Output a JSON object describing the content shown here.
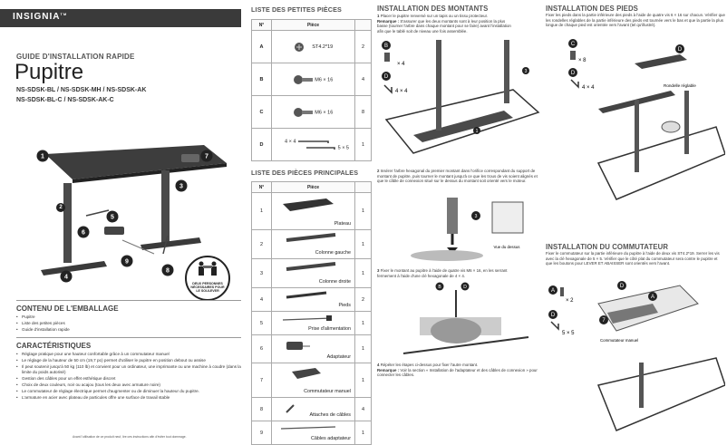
{
  "brand": "INSIGNIA",
  "brand_tm": "TM",
  "guide_label": "GUIDE D'INSTALLATION RAPIDE",
  "product_title": "Pupitre",
  "models": [
    "NS-SDSK-BL / NS-SDSK-MH / NS-SDSK-AK",
    "NS-SDSK-BL-C / NS-SDSK-AK-C"
  ],
  "callouts": [
    "1",
    "2",
    "3",
    "4",
    "5",
    "6",
    "7",
    "8",
    "9"
  ],
  "two_person_badge": "DEUX PERSONNES NÉCESSAIRES POUR LE SOULEVER",
  "contents": {
    "heading": "CONTENU DE L'EMBALLAGE",
    "items": [
      "Pupitre",
      "Liste des petites pièces",
      "Guide d'installation rapide"
    ]
  },
  "features": {
    "heading": "CARACTÉRISTIQUES",
    "items": [
      "Réglage pratique pour une hauteur confortable grâce à un commutateur manuel",
      "Le réglage de la hauteur de 50 cm (19,7 po) permet d'utiliser le pupitre en position debout ou assise",
      "Il peut soutenir jusqu'à 50 kg (110 lb) et convient pour un ordinateur, une imprimante ou une machine à coudre (dans la limite du poids autorisé)",
      "Gestion des câbles pour un effet esthétique discret",
      "Choix de deux couleurs, noir ou acajou (tous les deux avec armature noire)",
      "Le commutateur de réglage électrique permet d'augmenter ou de diminuer la hauteur du pupitre.",
      "L'armature en acier avec plateau de particules offre une surface de travail stable"
    ]
  },
  "footer_note": "Avant l'utilisation de ce produit neuf, lire ces instructions afin d'éviter tout dommage.",
  "small_parts": {
    "heading": "LISTE DES PETITES PIÈCES",
    "col_no": "N°",
    "col_piece": "Pièce",
    "rows": [
      {
        "id": "A",
        "label": "ST4.2*19",
        "qty": "2"
      },
      {
        "id": "B",
        "label": "M6 × 16",
        "qty": "4"
      },
      {
        "id": "C",
        "label": "M6 × 16",
        "qty": "8"
      },
      {
        "id": "D",
        "label": "4 × 4",
        "label2": "5 × 5",
        "qty": "1"
      }
    ]
  },
  "main_parts": {
    "heading": "LISTE DES PIÈCES PRINCIPALES",
    "col_no": "N°",
    "col_piece": "Pièce",
    "rows": [
      {
        "id": "1",
        "label": "Plateau",
        "qty": "1"
      },
      {
        "id": "2",
        "label": "Colonne gauche",
        "qty": "1"
      },
      {
        "id": "3",
        "label": "Colonne droite",
        "qty": "1"
      },
      {
        "id": "4",
        "label": "Pieds",
        "qty": "2"
      },
      {
        "id": "5",
        "label": "Prise d'alimentation",
        "qty": "1"
      },
      {
        "id": "6",
        "label": "Adaptateur",
        "qty": "1"
      },
      {
        "id": "7",
        "label": "Commutateur manuel",
        "qty": "1"
      },
      {
        "id": "8",
        "label": "Attaches de câbles",
        "qty": "4"
      },
      {
        "id": "9",
        "label": "Câbles adaptateur",
        "qty": "1"
      }
    ]
  },
  "montants": {
    "heading": "INSTALLATION DES MONTANTS",
    "step1": "Placer le pupitre renversé sur un tapis ou un tissu protecteur.",
    "step1_remark_label": "Remarque :",
    "step1_remark": "S'assurer que les deux montants sont à leur position la plus basse (tourner l'arbre dans chaque montant pour se faire) avant l'installation afin que le tablé soit de niveau une fois assemblée.",
    "qty_b": "× 4",
    "qty_d": "4 × 4",
    "step2": "Insérer l'arbre hexagonal du premier montant dans l'orifice correspondant du support de montant de pupitre, puis tourner le montant jusqu'à ce que les trous de vis soient alignés et que le câble de connexion situé sur le dessus du montant soit orienté vers le moteur.",
    "vue_label": "Vue du dessus",
    "step3": "Fixer le montant au pupitre à l'aide de quatre vis M6 × 16, en les serrant fermement à l'aide d'une clé hexagonale de 4 × 4.",
    "step4": "Répéter les étapes ci-dessus pour fixer l'autre montant.",
    "step4_remark_label": "Remarque :",
    "step4_remark": "Voir la section « Installation de l'adaptateur et des câbles de connexion » pour connecter les câbles."
  },
  "pieds": {
    "heading": "INSTALLATION DES PIEDS",
    "text": "Fixer les pieds dans la partie inférieure des pieds à l'aide de quatre vis 6 × 16 sur chacun. Vérifier que les rondelles réglables de la partie inférieure des pieds est tournée vers le bas et que la partie la plus longue de chaque pied est orientée vers l'avant (tel qu'illustré).",
    "qty_c": "× 8",
    "qty_d": "4 × 4",
    "rondelle_label": "Rondelle réglable"
  },
  "commutateur": {
    "heading": "INSTALLATION DU COMMUTATEUR",
    "text": "Fixer le commutateur sur la partie inférieure du pupitre à l'aide de deux vis ST4.2*19. Serrer les vis avec la clé hexagonale de 5 × 5. Vérifier que le côté plat du commutateur sera contre le pupitre et que les boutons pour LEVER ET ABAISSER sont orientés vers l'avant.",
    "qty_a": "× 2",
    "qty_d": "5 × 5",
    "switch_label": "Commutateur manuel"
  }
}
